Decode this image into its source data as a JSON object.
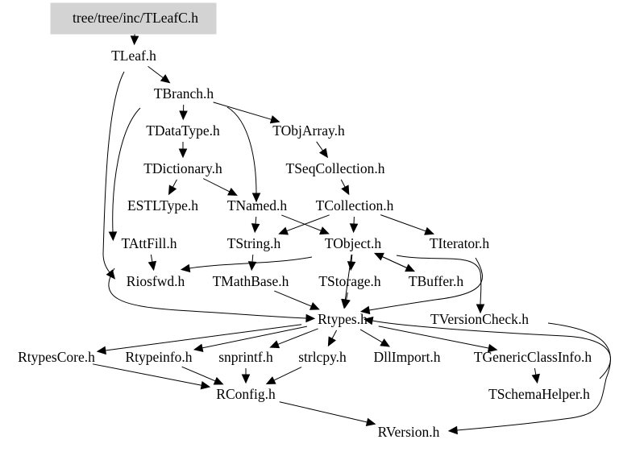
{
  "graph": {
    "type": "include-dependency-graph",
    "root": "tree/tree/inc/TLeafC.h",
    "root_fill": "#d3d3d3",
    "nodes": [
      {
        "id": "root",
        "label": "tree/tree/inc/TLeafC.h"
      },
      {
        "id": "TLeaf",
        "label": "TLeaf.h"
      },
      {
        "id": "TBranch",
        "label": "TBranch.h"
      },
      {
        "id": "TDataType",
        "label": "TDataType.h"
      },
      {
        "id": "TObjArray",
        "label": "TObjArray.h"
      },
      {
        "id": "TDictionary",
        "label": "TDictionary.h"
      },
      {
        "id": "TSeqCollection",
        "label": "TSeqCollection.h"
      },
      {
        "id": "ESTLType",
        "label": "ESTLType.h"
      },
      {
        "id": "TNamed",
        "label": "TNamed.h"
      },
      {
        "id": "TCollection",
        "label": "TCollection.h"
      },
      {
        "id": "TAttFill",
        "label": "TAttFill.h"
      },
      {
        "id": "TString",
        "label": "TString.h"
      },
      {
        "id": "TObject",
        "label": "TObject.h"
      },
      {
        "id": "TIterator",
        "label": "TIterator.h"
      },
      {
        "id": "Riosfwd",
        "label": "Riosfwd.h"
      },
      {
        "id": "TMathBase",
        "label": "TMathBase.h"
      },
      {
        "id": "TStorage",
        "label": "TStorage.h"
      },
      {
        "id": "TBuffer",
        "label": "TBuffer.h"
      },
      {
        "id": "Rtypes",
        "label": "Rtypes.h"
      },
      {
        "id": "TVersionCheck",
        "label": "TVersionCheck.h"
      },
      {
        "id": "RtypesCore",
        "label": "RtypesCore.h"
      },
      {
        "id": "Rtypeinfo",
        "label": "Rtypeinfo.h"
      },
      {
        "id": "snprintf",
        "label": "snprintf.h"
      },
      {
        "id": "strlcpy",
        "label": "strlcpy.h"
      },
      {
        "id": "DllImport",
        "label": "DllImport.h"
      },
      {
        "id": "TGenericClassInfo",
        "label": "TGenericClassInfo.h"
      },
      {
        "id": "RConfig",
        "label": "RConfig.h"
      },
      {
        "id": "TSchemaHelper",
        "label": "TSchemaHelper.h"
      },
      {
        "id": "RVersion",
        "label": "RVersion.h"
      }
    ],
    "edges": [
      [
        "root",
        "TLeaf"
      ],
      [
        "TLeaf",
        "TBranch"
      ],
      [
        "TLeaf",
        "Riosfwd"
      ],
      [
        "TBranch",
        "TDataType"
      ],
      [
        "TBranch",
        "TObjArray"
      ],
      [
        "TBranch",
        "TNamed"
      ],
      [
        "TBranch",
        "TAttFill"
      ],
      [
        "TDataType",
        "TDictionary"
      ],
      [
        "TObjArray",
        "TSeqCollection"
      ],
      [
        "TDictionary",
        "ESTLType"
      ],
      [
        "TDictionary",
        "TNamed"
      ],
      [
        "TSeqCollection",
        "TCollection"
      ],
      [
        "TNamed",
        "TString"
      ],
      [
        "TNamed",
        "TObject"
      ],
      [
        "TCollection",
        "TObject"
      ],
      [
        "TCollection",
        "TString"
      ],
      [
        "TCollection",
        "TIterator"
      ],
      [
        "TAttFill",
        "Riosfwd"
      ],
      [
        "TString",
        "TMathBase"
      ],
      [
        "TObject",
        "Riosfwd"
      ],
      [
        "TObject",
        "TStorage"
      ],
      [
        "TObject",
        "TBuffer"
      ],
      [
        "TObject",
        "Rtypes"
      ],
      [
        "TObject",
        "TVersionCheck"
      ],
      [
        "TIterator",
        "Rtypes"
      ],
      [
        "TMathBase",
        "Rtypes"
      ],
      [
        "TStorage",
        "Rtypes"
      ],
      [
        "TBuffer",
        "TObject"
      ],
      [
        "Riosfwd",
        "Rtypes"
      ],
      [
        "TVersionCheck",
        "RVersion"
      ],
      [
        "Rtypes",
        "RtypesCore"
      ],
      [
        "Rtypes",
        "Rtypeinfo"
      ],
      [
        "Rtypes",
        "snprintf"
      ],
      [
        "Rtypes",
        "strlcpy"
      ],
      [
        "Rtypes",
        "DllImport"
      ],
      [
        "Rtypes",
        "TGenericClassInfo"
      ],
      [
        "TGenericClassInfo",
        "TSchemaHelper"
      ],
      [
        "TSchemaHelper",
        "Rtypes"
      ],
      [
        "RtypesCore",
        "RConfig"
      ],
      [
        "Rtypeinfo",
        "RConfig"
      ],
      [
        "snprintf",
        "RConfig"
      ],
      [
        "strlcpy",
        "RConfig"
      ],
      [
        "RConfig",
        "RVersion"
      ]
    ]
  }
}
